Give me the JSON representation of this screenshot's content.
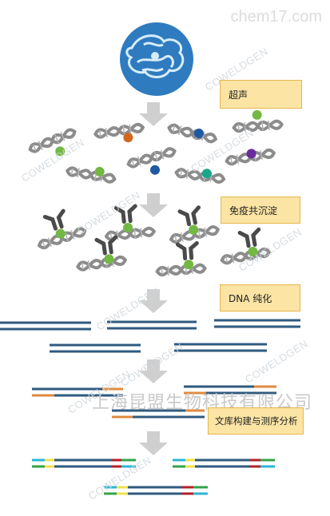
{
  "header": {
    "site_watermark": "chem17.com"
  },
  "watermark": {
    "text": "COWELDGEN"
  },
  "company_watermark": "上海昆盟生物科技有限公司",
  "steps": [
    {
      "label": "超声"
    },
    {
      "label": "免疫共沉淀"
    },
    {
      "label": "DNA 纯化"
    },
    {
      "label": "文库构建与测序分析"
    }
  ],
  "colors": {
    "cell_blue": "#2f7bbf",
    "cell_light": "#d7ecfb",
    "arrow_gray": "#cfcfcf",
    "dna_gray": "#8c8c8c",
    "protein_green": "#72b843",
    "protein_orange": "#d0691e",
    "protein_blue": "#1e5aa0",
    "protein_teal": "#1aa68a",
    "protein_purple": "#6a2aa0",
    "line_dark_blue": "#2f5a7f",
    "adapter_orange": "#e08a3c",
    "adapter_cyan": "#29b6d6",
    "barcode_yellow": "#f2e14c",
    "index_red": "#b2202a",
    "adapter_green": "#33a34a",
    "label_fill": "#fbe4a4"
  }
}
